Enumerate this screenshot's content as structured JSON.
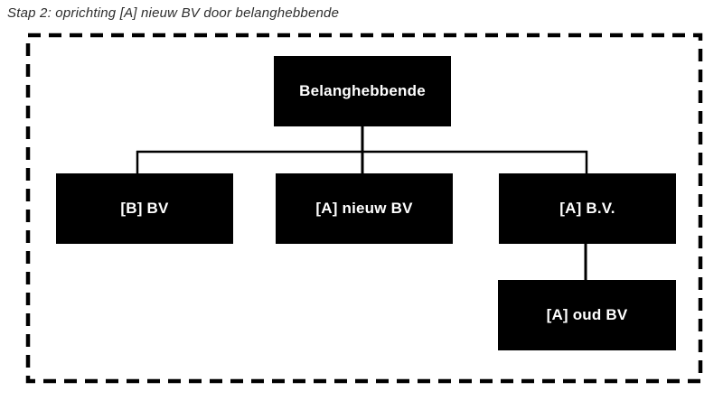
{
  "title": "Stap 2: oprichting [A] nieuw BV door belanghebbende",
  "diagram": {
    "type": "org-chart",
    "nodes": {
      "belanghebbende": {
        "label": "Belanghebbende"
      },
      "b_bv": {
        "label": "[B] BV"
      },
      "a_nieuw_bv": {
        "label": "[A] nieuw BV"
      },
      "a_bv": {
        "label": "[A] B.V."
      },
      "a_oud_bv": {
        "label": "[A] oud BV"
      }
    },
    "edges": [
      {
        "from": "Belanghebbende",
        "to": "[B] BV"
      },
      {
        "from": "Belanghebbende",
        "to": "[A] nieuw BV"
      },
      {
        "from": "Belanghebbende",
        "to": "[A] B.V."
      },
      {
        "from": "[A] B.V.",
        "to": "[A] oud BV"
      }
    ],
    "colors": {
      "node_background": "#000000",
      "node_text": "#ffffff",
      "connector": "#000000",
      "dashed_border": "#000000",
      "title_text": "#2e2e2e",
      "page_background": "#ffffff"
    }
  }
}
